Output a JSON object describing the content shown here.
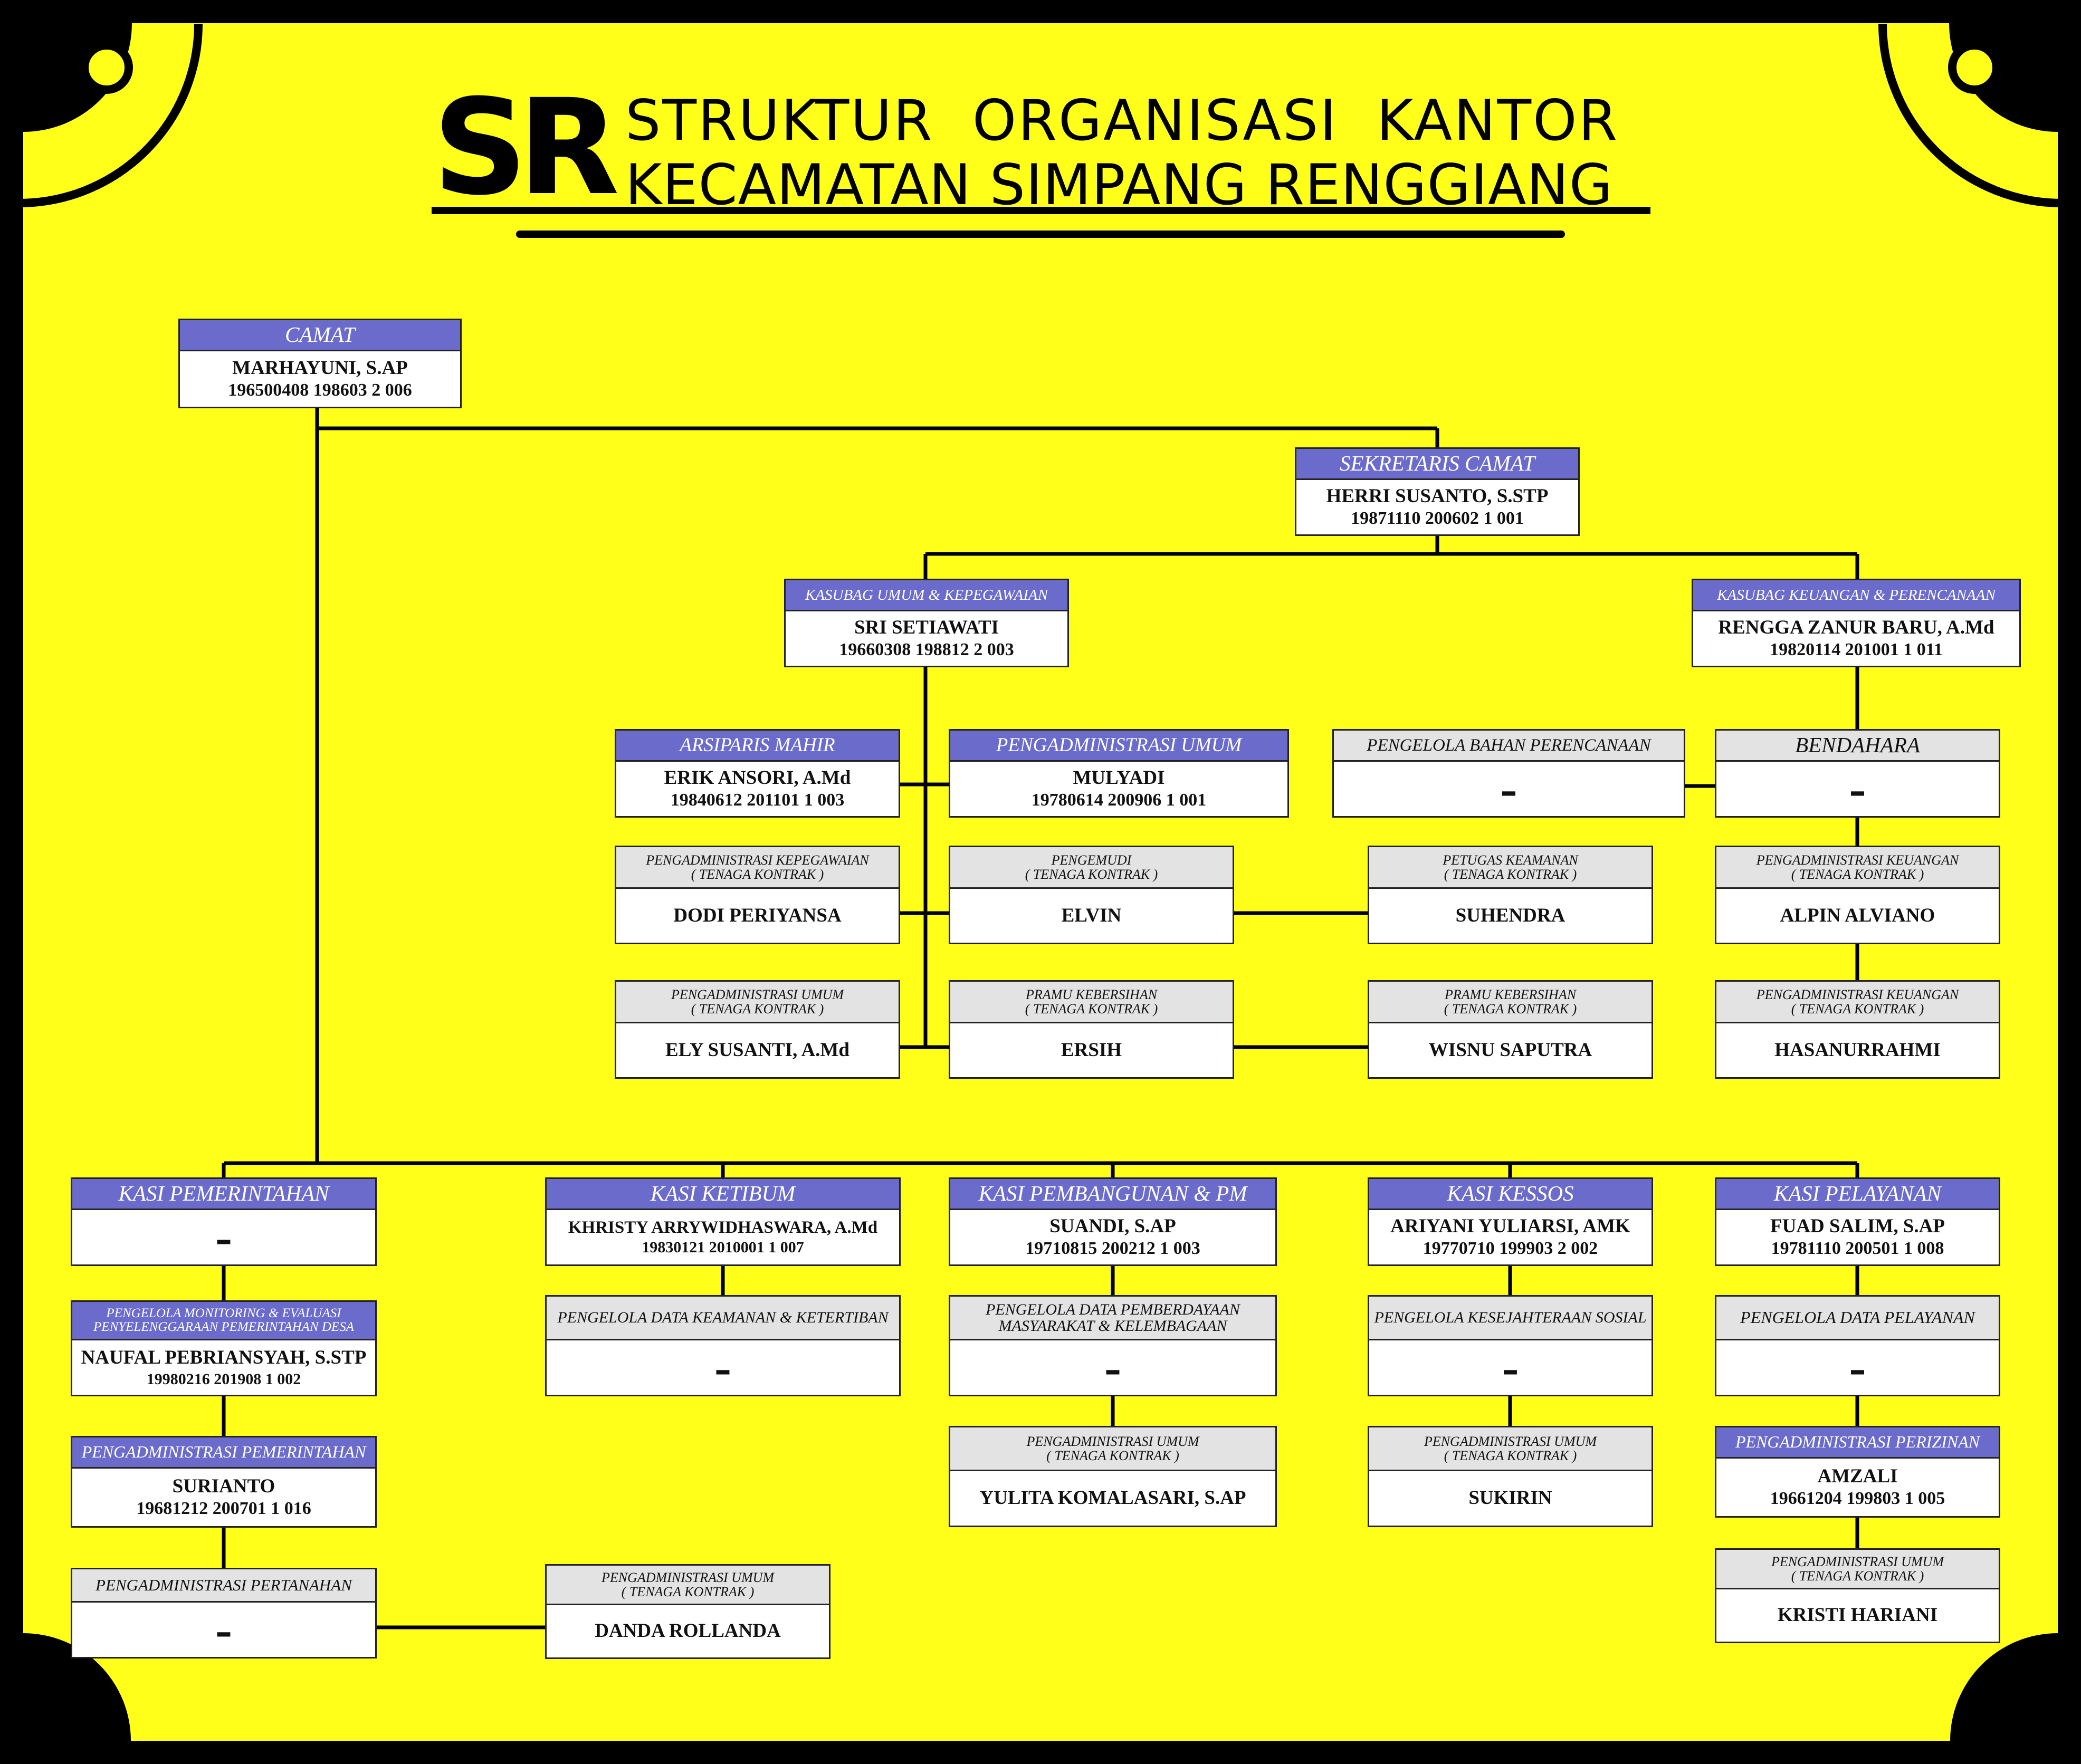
{
  "header": {
    "logo": "SR",
    "title_line1": "STRUKTUR  ORGANISASI  KANTOR",
    "title_line2": "KECAMATAN SIMPANG RENGGIANG"
  },
  "colors": {
    "background": "#FFFF1A",
    "frame": "#000000",
    "header_blue": "#6B6BCC",
    "header_grey": "#E3E3E3"
  },
  "org": {
    "camat": {
      "title": "CAMAT",
      "name": "MARHAYUNI, S.AP",
      "nip": "196500408 198603 2 006"
    },
    "sekcam": {
      "title": "SEKRETARIS CAMAT",
      "name": "HERRI SUSANTO, S.STP",
      "nip": "19871110 200602 1 001"
    },
    "kasubag_umum": {
      "title": "KASUBAG UMUM & KEPEGAWAIAN",
      "name": "SRI SETIAWATI",
      "nip": "19660308 198812 2 003"
    },
    "kasubag_keu": {
      "title": "KASUBAG KEUANGAN & PERENCANAAN",
      "name": "RENGGA ZANUR BARU, A.Md",
      "nip": "19820114 201001 1 011"
    },
    "arsiparis": {
      "title": "ARSIPARIS MAHIR",
      "name": "ERIK ANSORI, A.Md",
      "nip": "19840612 201101 1 003"
    },
    "adm_umum": {
      "title": "PENGADMINISTRASI UMUM",
      "name": "MULYADI",
      "nip": "19780614 200906 1 001"
    },
    "bahan_perencanaan": {
      "title": "PENGELOLA BAHAN PERENCANAAN",
      "name": "-"
    },
    "bendahara": {
      "title": "BENDAHARA",
      "name": "-"
    },
    "dodi": {
      "title": "PENGADMINISTRASI KEPEGAWAIAN",
      "sub": "( TENAGA KONTRAK )",
      "name": "DODI PERIYANSA"
    },
    "elvin": {
      "title": "PENGEMUDI",
      "sub": "( TENAGA KONTRAK )",
      "name": "ELVIN"
    },
    "suhendra": {
      "title": "PETUGAS KEAMANAN",
      "sub": "( TENAGA KONTRAK )",
      "name": "SUHENDRA"
    },
    "alpin": {
      "title": "PENGADMINISTRASI KEUANGAN",
      "sub": "( TENAGA KONTRAK )",
      "name": "ALPIN ALVIANO"
    },
    "ely": {
      "title": "PENGADMINISTRASI UMUM",
      "sub": "( TENAGA KONTRAK )",
      "name": "ELY SUSANTI, A.Md"
    },
    "ersih": {
      "title": "PRAMU KEBERSIHAN",
      "sub": "( TENAGA KONTRAK )",
      "name": "ERSIH"
    },
    "wisnu": {
      "title": "PRAMU KEBERSIHAN",
      "sub": "( TENAGA KONTRAK )",
      "name": "WISNU SAPUTRA"
    },
    "hasanurrahmi": {
      "title": "PENGADMINISTRASI KEUANGAN",
      "sub": "( TENAGA KONTRAK )",
      "name": "HASANURRAHMI"
    },
    "kasi_pem": {
      "title": "KASI PEMERINTAHAN",
      "name": "-"
    },
    "kasi_ketibum": {
      "title": "KASI KETIBUM",
      "name": "KHRISTY ARRYWIDHASWARA, A.Md",
      "nip": "19830121 2010001 1 007"
    },
    "kasi_pemb": {
      "title": "KASI PEMBANGUNAN & PM",
      "name": "SUANDI, S.AP",
      "nip": "19710815 200212 1 003"
    },
    "kasi_kessos": {
      "title": "KASI KESSOS",
      "name": "ARIYANI YULIARSI, AMK",
      "nip": "19770710 199903 2 002"
    },
    "kasi_pel": {
      "title": "KASI PELAYANAN",
      "name": "FUAD SALIM, S.AP",
      "nip": "19781110 200501 1 008"
    },
    "monev": {
      "title": "PENGELOLA MONITORING & EVALUASI",
      "title2": "PENYELENGGARAAN PEMERINTAHAN DESA",
      "name": "NAUFAL PEBRIANSYAH, S.STP",
      "nip": "19980216 201908 1 002"
    },
    "data_keamanan": {
      "title": "PENGELOLA DATA KEAMANAN & KETERTIBAN",
      "name": "-"
    },
    "data_pemberdayaan": {
      "title": "PENGELOLA DATA PEMBERDAYAAN",
      "title2": "MASYARAKAT & KELEMBAGAAN",
      "name": "-"
    },
    "kesejahteraan": {
      "title": "PENGELOLA KESEJAHTERAAN SOSIAL",
      "name": "-"
    },
    "data_pelayanan": {
      "title": "PENGELOLA DATA PELAYANAN",
      "name": "-"
    },
    "adm_pem": {
      "title": "PENGADMINISTRASI PEMERINTAHAN",
      "name": "SURIANTO",
      "nip": "19681212 200701 1 016"
    },
    "yulita": {
      "title": "PENGADMINISTRASI UMUM",
      "sub": "( TENAGA KONTRAK )",
      "name": "YULITA KOMALASARI, S.AP"
    },
    "sukirin": {
      "title": "PENGADMINISTRASI UMUM",
      "sub": "( TENAGA KONTRAK )",
      "name": "SUKIRIN"
    },
    "perizinan": {
      "title": "PENGADMINISTRASI PERIZINAN",
      "name": "AMZALI",
      "nip": "19661204 199803 1 005"
    },
    "pertanahan": {
      "title": "PENGADMINISTRASI PERTANAHAN",
      "name": "-"
    },
    "danda": {
      "title": "PENGADMINISTRASI UMUM",
      "sub": "( TENAGA KONTRAK )",
      "name": "DANDA ROLLANDA"
    },
    "kristi": {
      "title": "PENGADMINISTRASI UMUM",
      "sub": "( TENAGA KONTRAK )",
      "name": "KRISTI HARIANI"
    }
  }
}
